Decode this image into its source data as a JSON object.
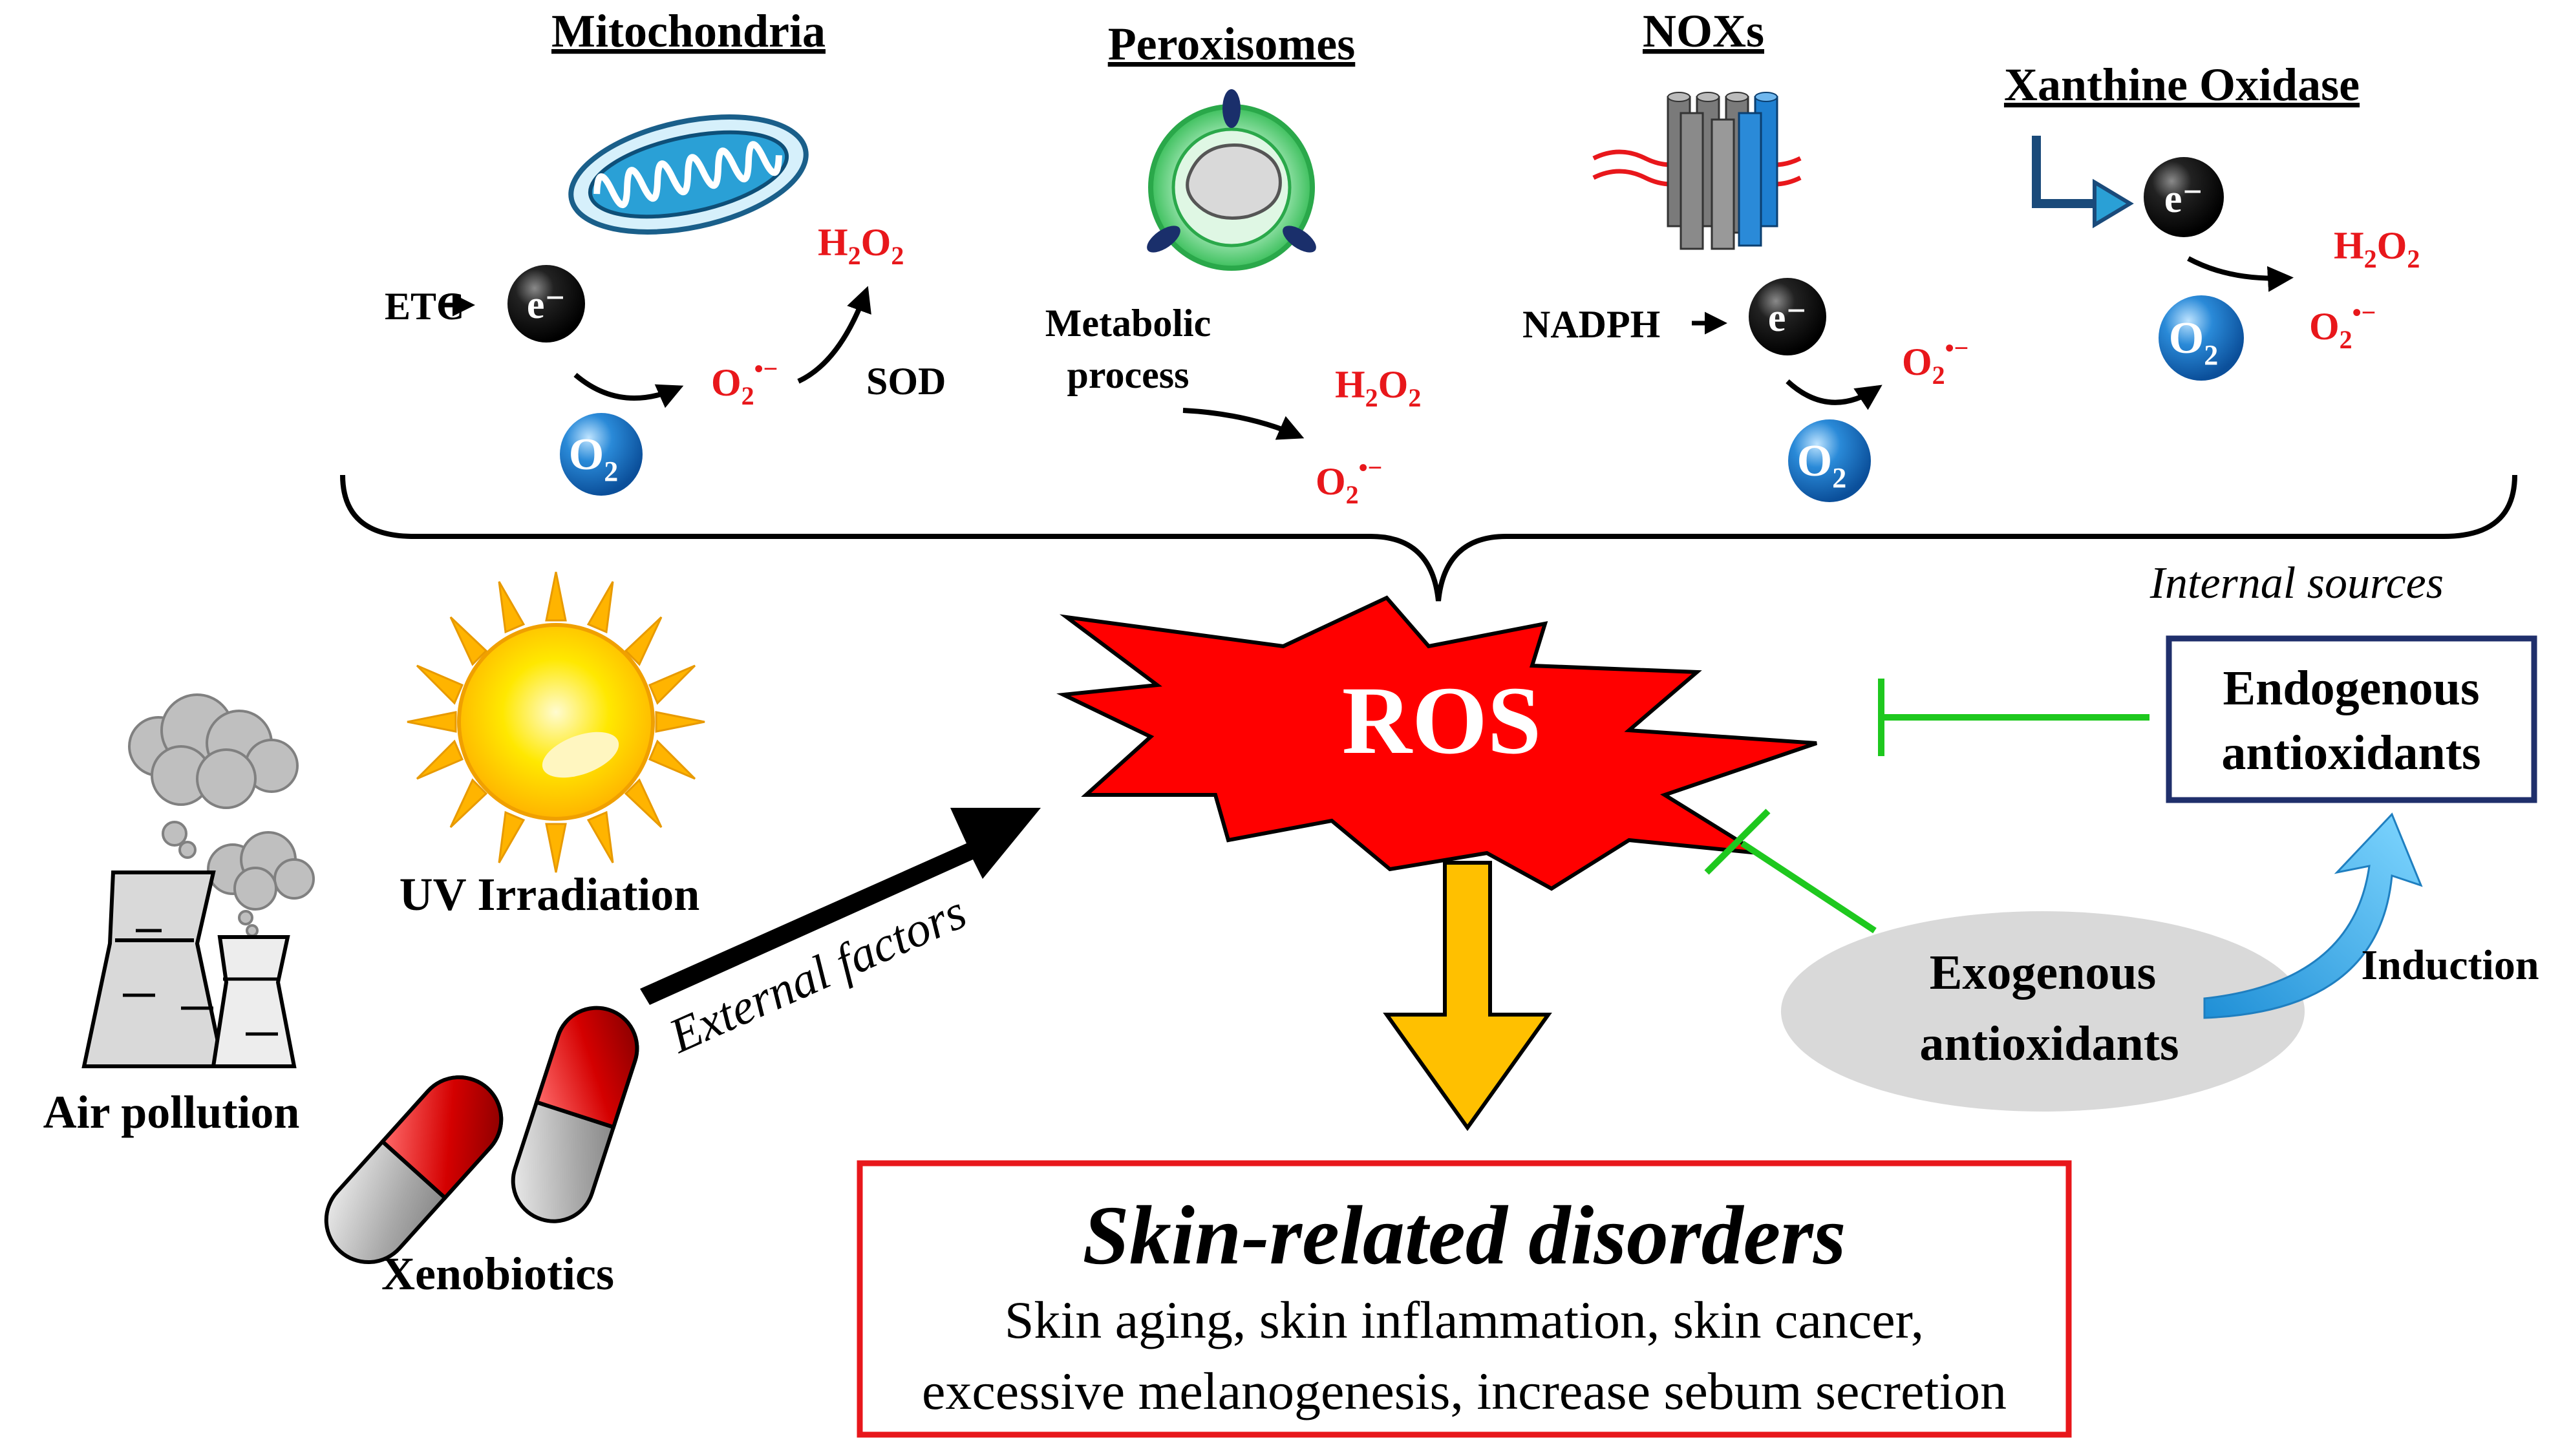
{
  "internal_sources": {
    "mitochondria": {
      "title": "Mitochondria",
      "etc": "ETC",
      "electron": "e⁻",
      "oxygen": "O",
      "oxygen_sub": "2",
      "superoxide": "O",
      "superoxide_sub": "2",
      "superoxide_sup": "•−",
      "h2o2_h": "H",
      "h2o2_sub": "2",
      "h2o2_o": "O",
      "h2o2_sub2": "2",
      "enzyme": "SOD"
    },
    "peroxisomes": {
      "title": "Peroxisomes",
      "metabolic_1": "Metabolic",
      "metabolic_2": "process",
      "h2o2_h": "H",
      "h2o2_sub": "2",
      "h2o2_o": "O",
      "h2o2_sub2": "2",
      "superoxide": "O",
      "superoxide_sub": "2",
      "superoxide_sup": "•−"
    },
    "noxs": {
      "title": "NOXs",
      "nadph": "NADPH",
      "electron": "e⁻",
      "oxygen": "O",
      "oxygen_sub": "2",
      "superoxide": "O",
      "superoxide_sub": "2",
      "superoxide_sup": "•−"
    },
    "xanthine_oxidase": {
      "title": "Xanthine Oxidase",
      "electron": "e⁻",
      "oxygen": "O",
      "oxygen_sub": "2",
      "h2o2_h": "H",
      "h2o2_sub": "2",
      "h2o2_o": "O",
      "h2o2_sub2": "2",
      "superoxide": "O",
      "superoxide_sub": "2",
      "superoxide_sup": "•−"
    },
    "caption": "Internal sources"
  },
  "ros": "ROS",
  "external": {
    "uv": "UV Irradiation",
    "air": "Air pollution",
    "xeno": "Xenobiotics",
    "arrow_label": "External factors"
  },
  "antioxidants": {
    "endogenous_1": "Endogenous",
    "endogenous_2": "antioxidants",
    "exogenous_1": "Exogenous",
    "exogenous_2": "antioxidants",
    "induction": "Induction"
  },
  "outcome": {
    "title": "Skin-related disorders",
    "line1": "Skin aging, skin inflammation, skin cancer,",
    "line2": "excessive melanogenesis, increase sebum secretion"
  },
  "colors": {
    "red": "#e8171b",
    "ros_fill": "#ff0000",
    "inhibit_green": "#1ec81e",
    "down_arrow": "#ffc000",
    "endogenous_border": "#1f2f6b",
    "outcome_border": "#e8171b",
    "exogenous_fill": "#d9d9d9",
    "induction_arrow": "#29a8e0",
    "o2_blue": "#1a73c8",
    "mito_blue": "#2aa0d6"
  }
}
